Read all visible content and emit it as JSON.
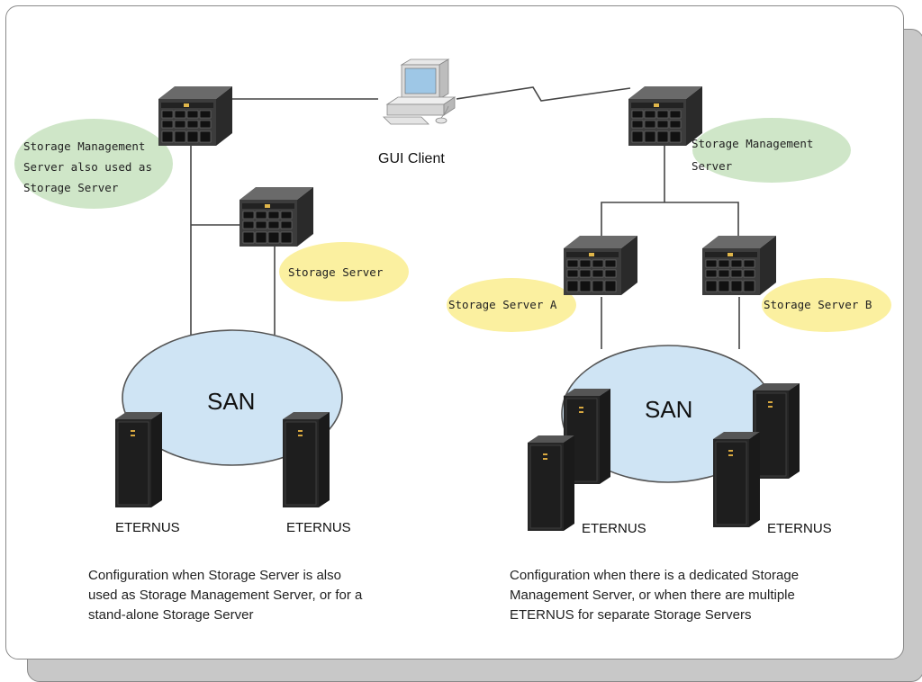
{
  "diagram": {
    "gui_client_label": "GUI Client",
    "left": {
      "management_label_lines": [
        "Storage Management",
        "Server also used as",
        "Storage Server"
      ],
      "storage_server_label": "Storage Server",
      "san_label": "SAN",
      "eternus_labels": [
        "ETERNUS",
        "ETERNUS"
      ],
      "caption_lines": [
        "Configuration when Storage Server is also",
        "used as Storage Management Server, or for a",
        "stand-alone Storage Server"
      ]
    },
    "right": {
      "management_label_lines": [
        "Storage Management",
        "Server"
      ],
      "storage_server_a_label": "Storage Server A",
      "storage_server_b_label": "Storage Server B",
      "san_label": "SAN",
      "eternus_labels": [
        "ETERNUS",
        "ETERNUS"
      ],
      "caption_lines": [
        "Configuration when there is a dedicated Storage",
        "Management Server, or when there are multiple",
        "ETERNUS for separate Storage Servers"
      ]
    },
    "colors": {
      "management_bubble": "#cfe6c8",
      "storage_bubble": "#fbf0a0",
      "san_cloud": "#cfe4f4",
      "server_body": "#3a3a3a"
    }
  }
}
